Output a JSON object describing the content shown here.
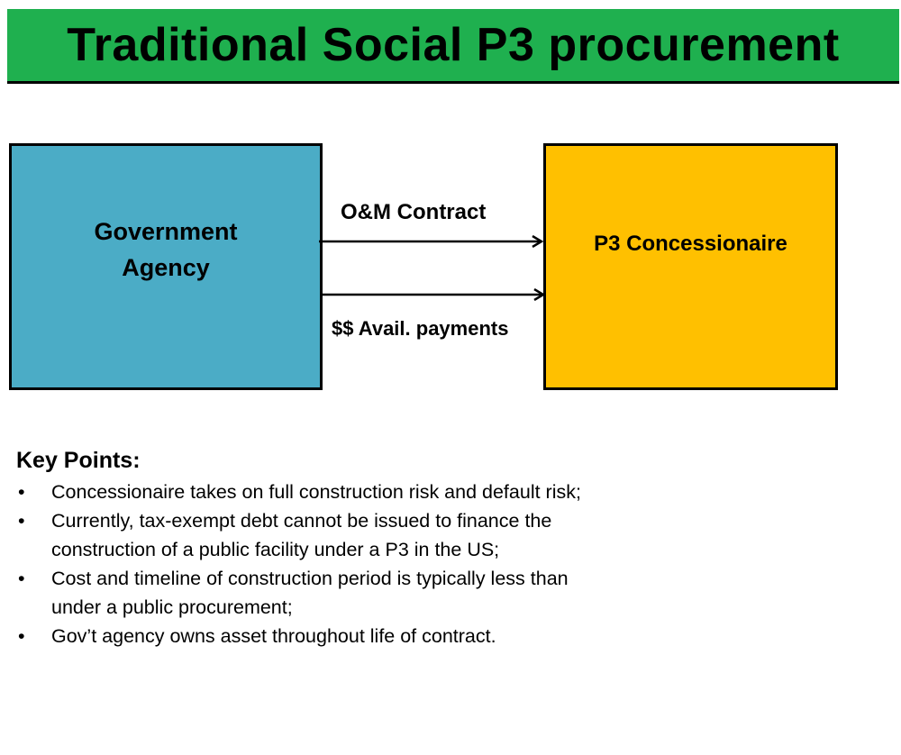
{
  "title": "Traditional Social P3 procurement",
  "colors": {
    "title_bar": "#1fb04f",
    "government_box": "#4bacc6",
    "concessionaire_box": "#ffc000"
  },
  "diagram": {
    "left_box": "Government Agency",
    "right_box": "P3 Concessionaire",
    "arrow_top_label": "O&M Contract",
    "arrow_bottom_label": "$$ Avail. payments"
  },
  "key_points": {
    "heading": "Key Points:",
    "bullet": "•",
    "items": [
      {
        "lines": [
          "Concessionaire takes on full construction risk and default risk;"
        ]
      },
      {
        "lines": [
          "Currently, tax-exempt debt cannot be issued to finance the",
          "construction of a public facility under a P3 in the US;"
        ]
      },
      {
        "lines": [
          "Cost and timeline of construction period is typically less than",
          "under a public procurement;"
        ]
      },
      {
        "lines": [
          "Gov’t agency owns asset throughout life of contract."
        ]
      }
    ]
  }
}
